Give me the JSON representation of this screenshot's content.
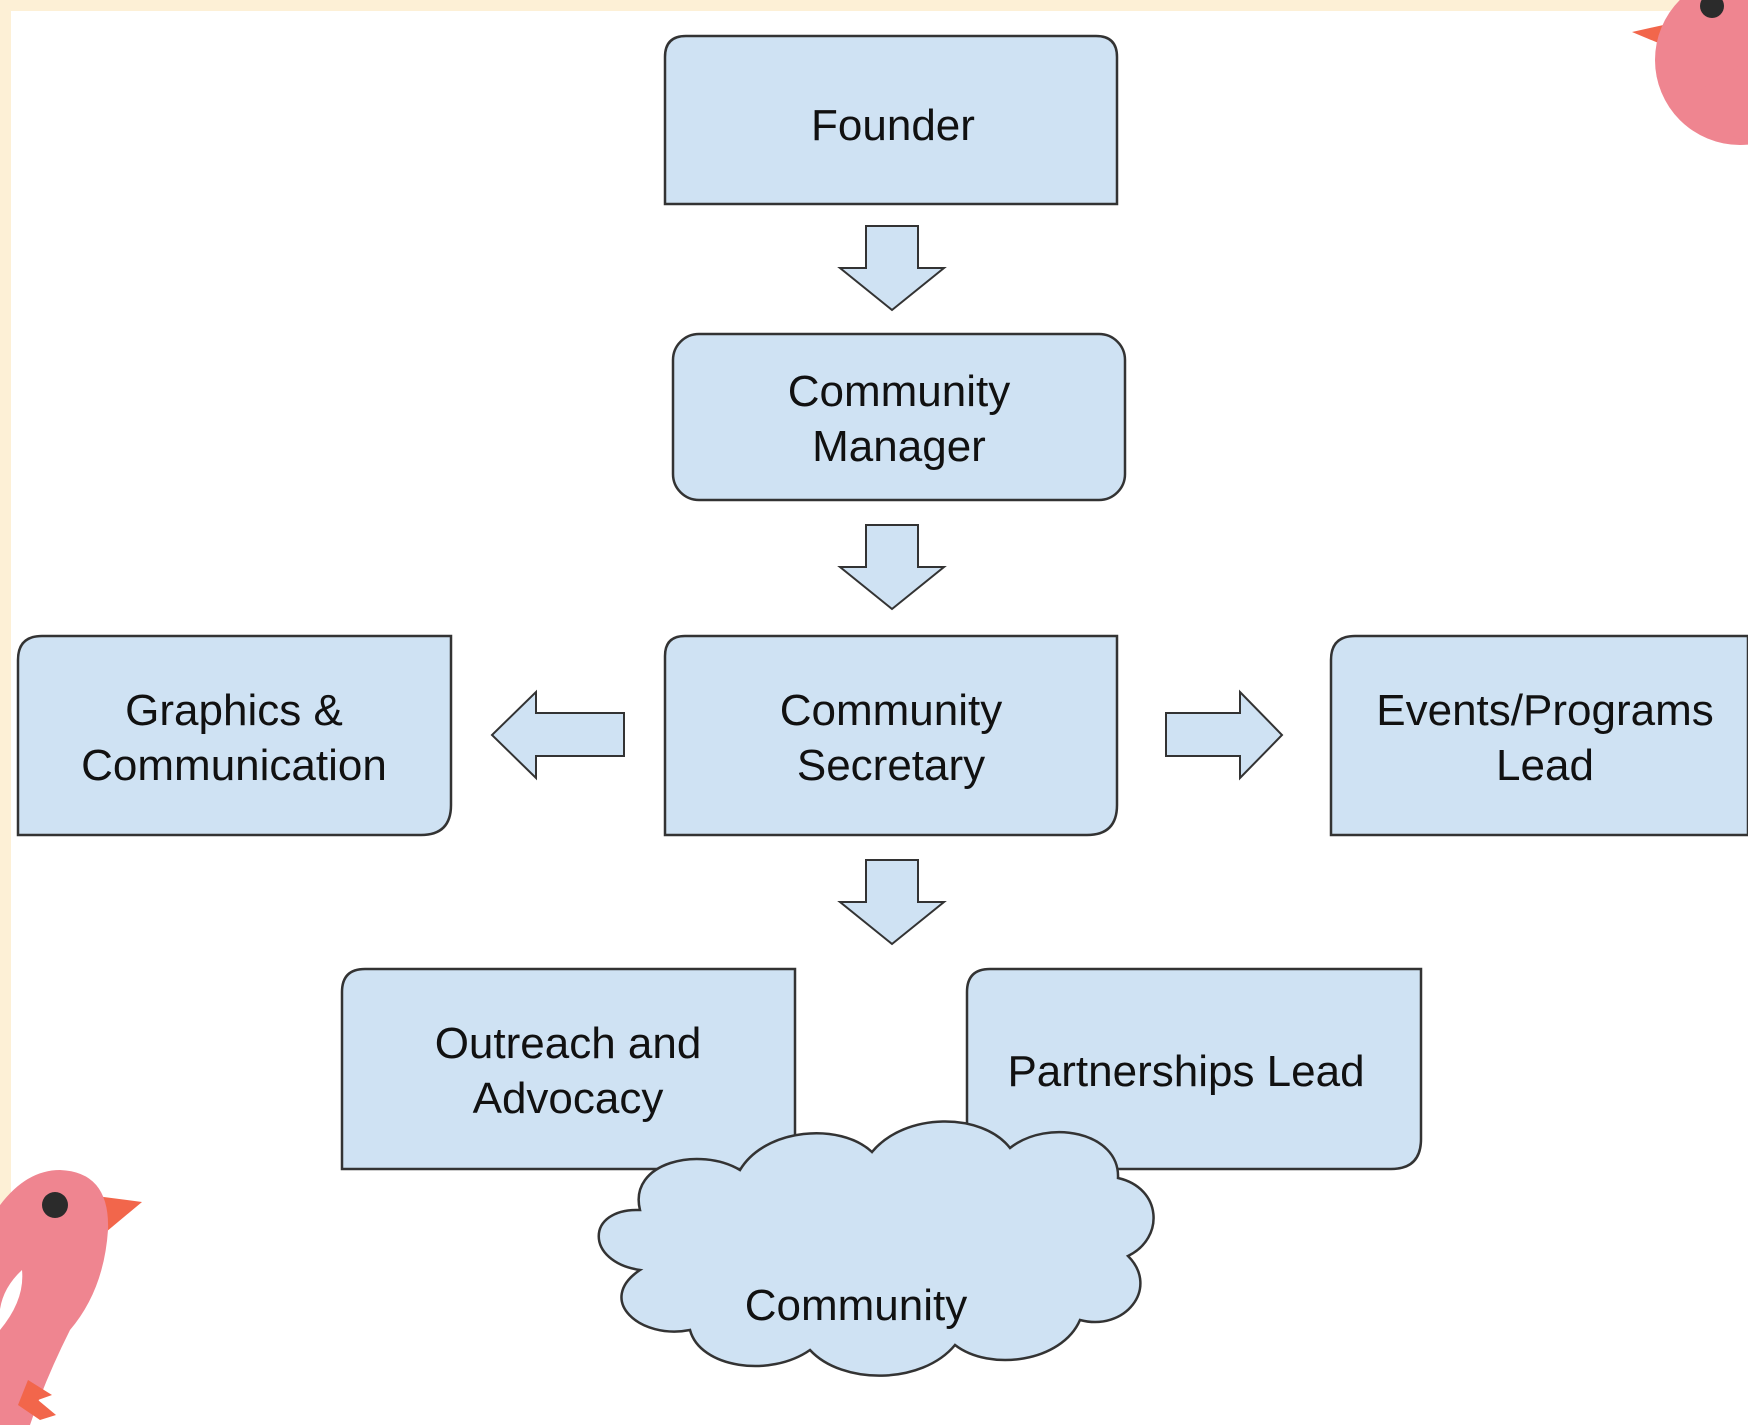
{
  "nodes": {
    "founder": "Founder",
    "community_manager": [
      "Community",
      "Manager"
    ],
    "community_secretary": [
      "Community",
      "Secretary"
    ],
    "graphics": [
      "Graphics &",
      "Communication"
    ],
    "events": [
      "Events/Programs",
      "Lead"
    ],
    "outreach": [
      "Outreach and",
      "Advocacy"
    ],
    "partnerships": "Partnerships Lead",
    "community": "Community"
  },
  "colors": {
    "background": "#fdf0d6",
    "panel": "#ffffff",
    "box_fill": "#cfe2f3",
    "box_stroke": "#333333",
    "bird": "#ef8590",
    "beak": "#f2664b"
  },
  "icons": {
    "top_right": "bird-icon",
    "bottom_left": "bird-icon"
  }
}
